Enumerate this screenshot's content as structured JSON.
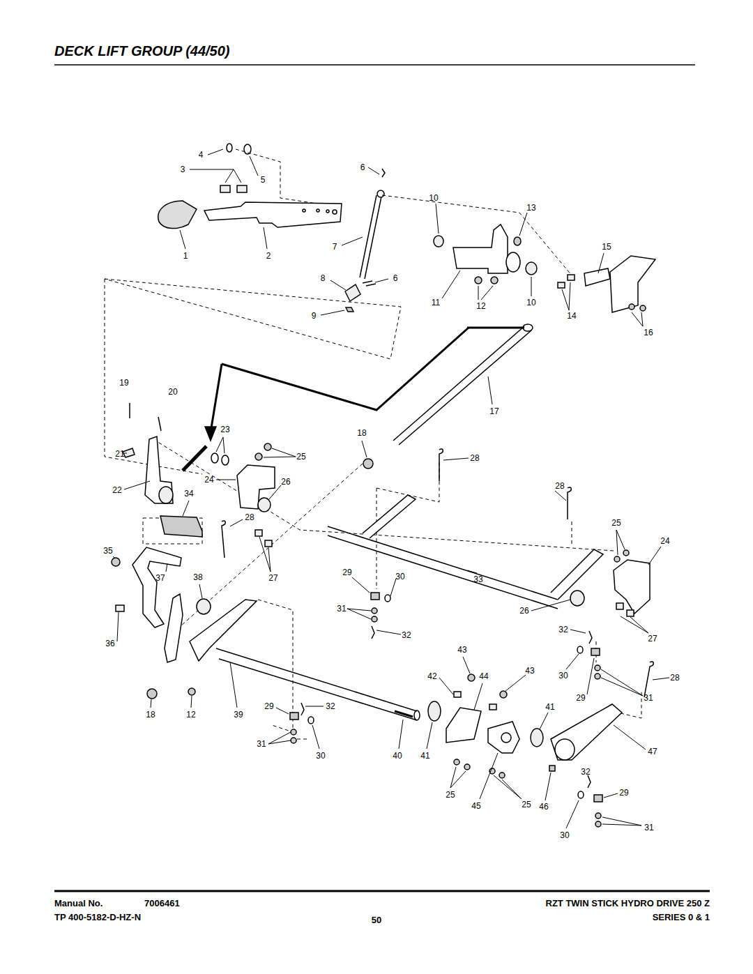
{
  "diagram": {
    "title": "DECK LIFT GROUP (44/50)",
    "labels": [
      "4",
      "5",
      "3",
      "6",
      "10",
      "13",
      "1",
      "2",
      "7",
      "15",
      "8",
      "6",
      "11",
      "12",
      "10",
      "14",
      "9",
      "16",
      "19",
      "20",
      "17",
      "18",
      "23",
      "28",
      "21",
      "25",
      "24",
      "26",
      "22",
      "34",
      "28",
      "28",
      "25",
      "24",
      "35",
      "37",
      "38",
      "27",
      "29",
      "30",
      "33",
      "26",
      "31",
      "32",
      "32",
      "36",
      "43",
      "27",
      "30",
      "29",
      "31",
      "28",
      "42",
      "44",
      "43",
      "18",
      "12",
      "39",
      "29",
      "32",
      "41",
      "31",
      "30",
      "40",
      "41",
      "47",
      "32",
      "25",
      "45",
      "25",
      "46",
      "29",
      "30",
      "31",
      "Manual No.",
      "7006461",
      "RZT TWIN STICK HYDRO DRIVE 250 Z",
      "TP 400-5182-D-HZ-N",
      "50",
      "SERIES 0 & 1"
    ]
  }
}
